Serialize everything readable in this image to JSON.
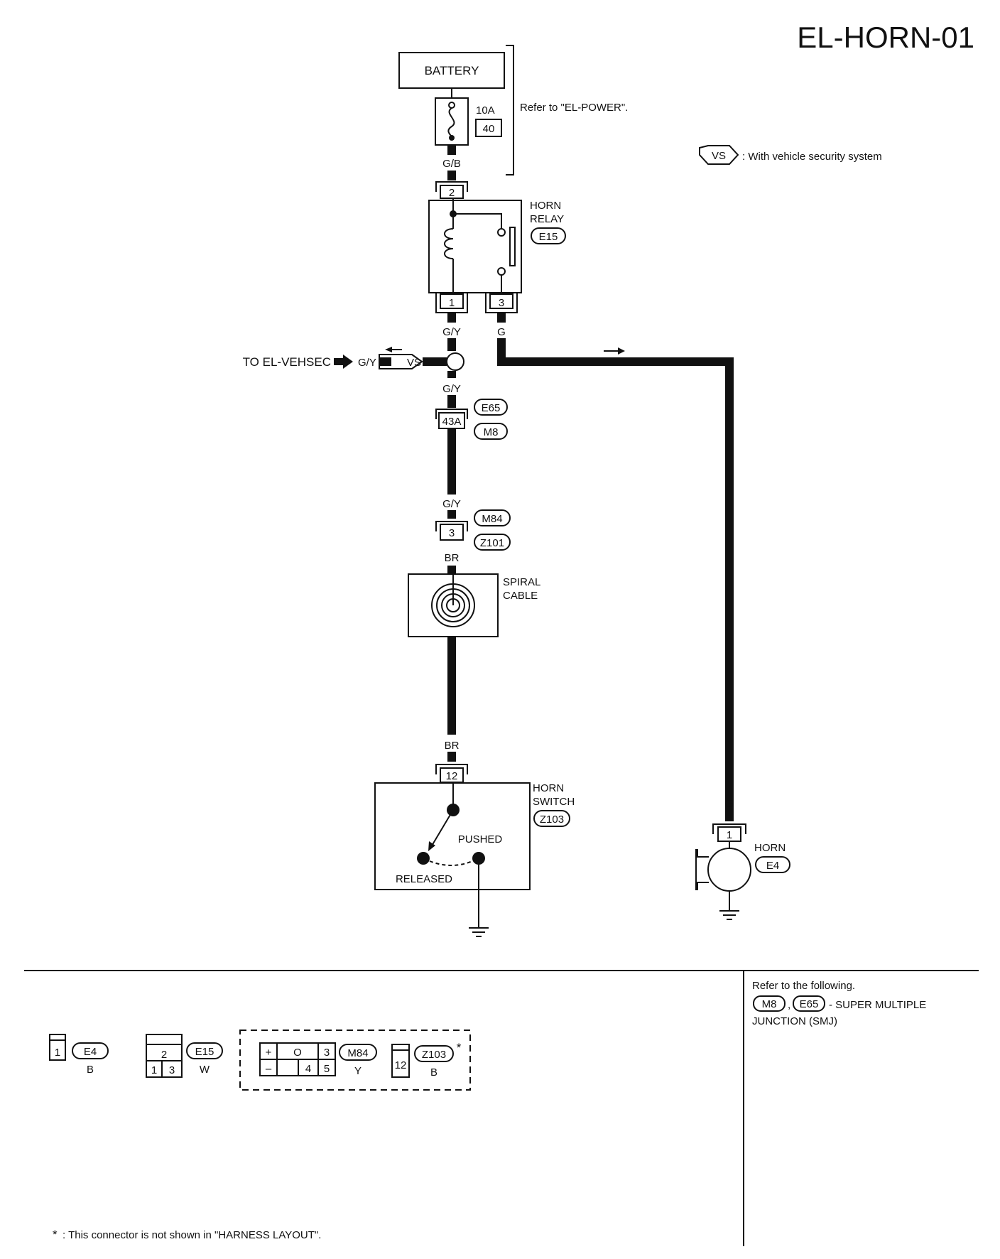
{
  "page_code": "EL-HORN-01",
  "legend": {
    "symbol": "VS",
    "text": ": With vehicle security system"
  },
  "power": {
    "battery": "BATTERY",
    "fuse_amp": "10A",
    "fuse_no": "40",
    "refer": "Refer to \"EL-POWER\"."
  },
  "wire_colors": {
    "gb": "G/B",
    "gy_1": "G/Y",
    "g_1": "G",
    "gy_branch": "G/Y",
    "gy_2": "G/Y",
    "gy_3": "G/Y",
    "br_1": "BR",
    "br_2": "BR",
    "g_2": "G"
  },
  "horn_relay": {
    "name_1": "HORN",
    "name_2": "RELAY",
    "connector": "E15",
    "pin_top": "2",
    "pin_left": "1",
    "pin_right": "3"
  },
  "branch": {
    "to": "TO EL-VEHSEC",
    "symbol": "VS"
  },
  "smj": {
    "pin": "43A",
    "conn_1": "E65",
    "conn_2": "M8"
  },
  "joint": {
    "pin": "3",
    "conn_1": "M84",
    "conn_2": "Z101"
  },
  "spiral": {
    "name_1": "SPIRAL",
    "name_2": "CABLE"
  },
  "horn_switch": {
    "name_1": "HORN",
    "name_2": "SWITCH",
    "connector": "Z103",
    "pin": "12",
    "pushed": "PUSHED",
    "released": "RELEASED"
  },
  "horn": {
    "name": "HORN",
    "connector": "E4",
    "pin": "1"
  },
  "connectors": [
    {
      "id": "E4",
      "color": "B",
      "pins": [
        "1"
      ]
    },
    {
      "id": "E15",
      "color": "W",
      "pins": [
        "2",
        "1",
        "3"
      ]
    },
    {
      "id": "M84",
      "color": "Y",
      "pins": [
        "+",
        "O",
        "3",
        "–",
        "4",
        "5"
      ]
    },
    {
      "id": "Z103",
      "color": "B",
      "pins": [
        "12"
      ],
      "mark": "*"
    }
  ],
  "refer_box": {
    "line_1": "Refer to the following.",
    "conn_1": "M8",
    "sep": ",",
    "conn_2": "E65",
    "line_2_rest": "- SUPER MULTIPLE",
    "line_3": "JUNCTION (SMJ)"
  },
  "footnote": {
    "mark": "*",
    "text": ": This connector is not shown in \"HARNESS LAYOUT\"."
  },
  "colors": {
    "ink": "#111111",
    "paper": "#ffffff"
  }
}
